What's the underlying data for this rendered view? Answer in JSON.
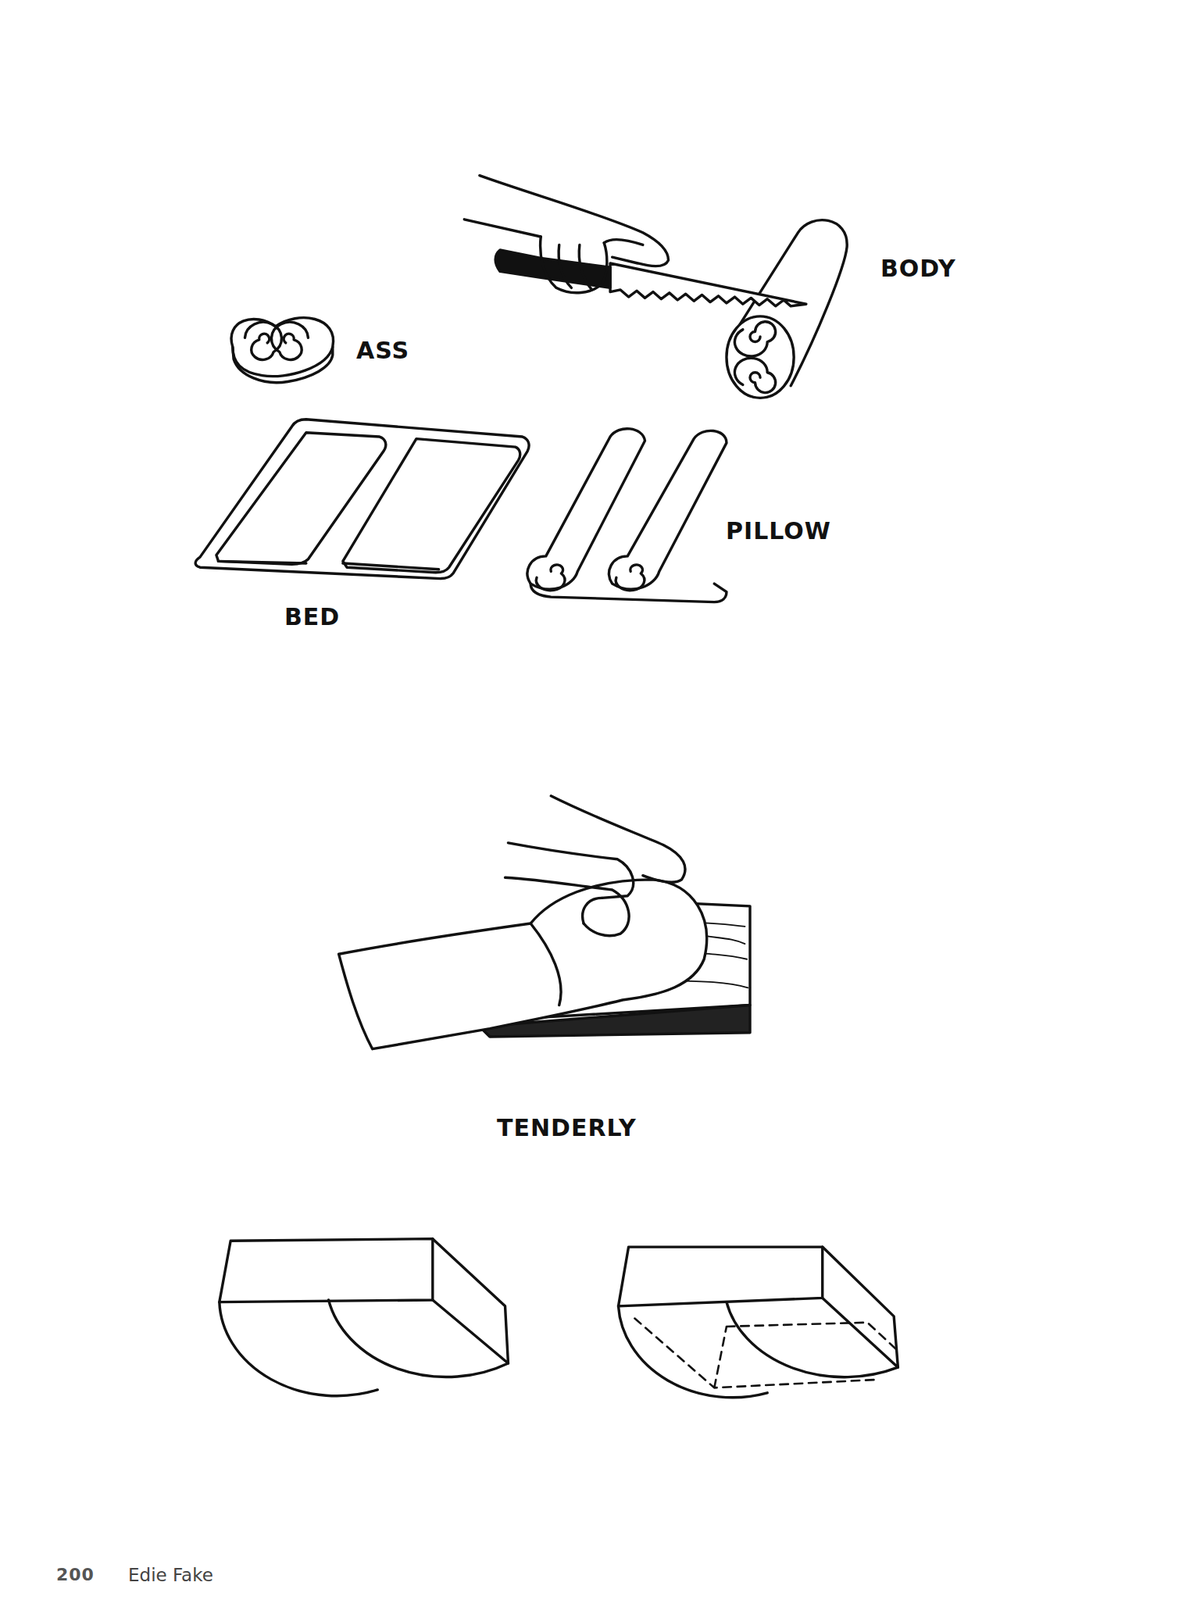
{
  "diagram": {
    "labels": [
      "BODY",
      "ASS",
      "PILLOW",
      "BED",
      "TENDERLY",
      "200",
      "Edie Fake"
    ]
  }
}
